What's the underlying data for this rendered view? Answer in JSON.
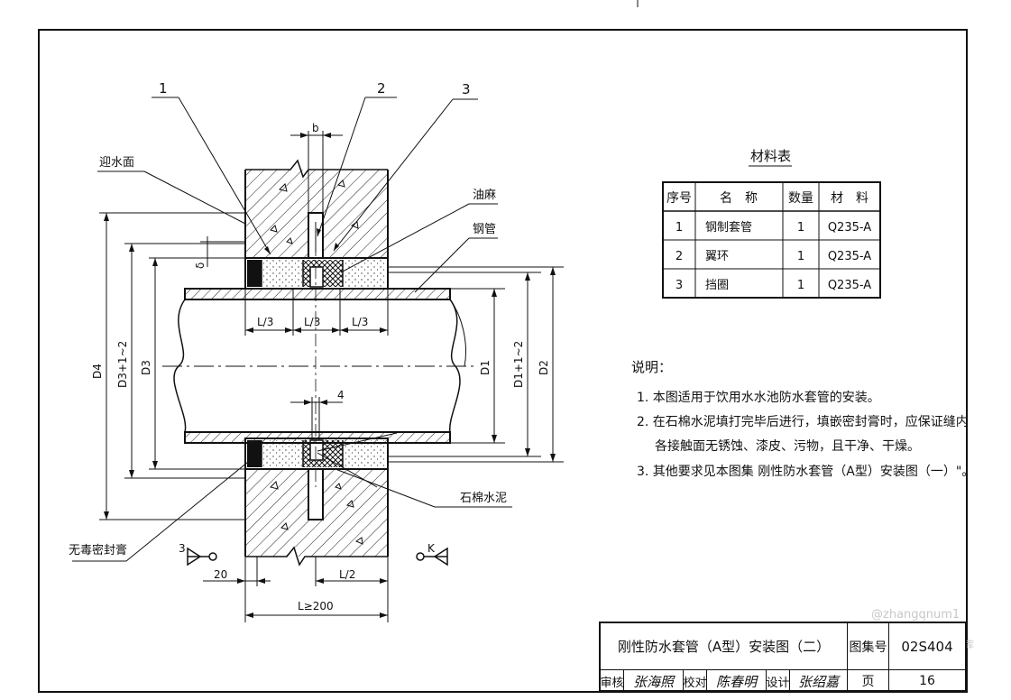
{
  "callouts": {
    "n1": "1",
    "n2": "2",
    "n3": "3",
    "water_face": "迎水面",
    "hemp": "油麻",
    "steel_pipe": "钢管",
    "asbestos_cement": "石棉水泥",
    "sealant": "无毒密封膏"
  },
  "dimensions": {
    "b": "b",
    "delta": "δ",
    "l3a": "L/3",
    "l3b": "L/3",
    "l3c": "L/3",
    "d4": "D4",
    "d3_range": "D3+1~2",
    "d3": "D3",
    "d1": "D1",
    "d1_range": "D1+1~2",
    "d2": "D2",
    "four": "4",
    "twenty": "20",
    "l2": "L/2",
    "l_min": "L≥200",
    "sec_left": "3",
    "sec_right": "K"
  },
  "material_table": {
    "title": "材料表",
    "headers": [
      "序号",
      "名　称",
      "数量",
      "材　料"
    ],
    "rows": [
      [
        "1",
        "钢制套管",
        "1",
        "Q235-A"
      ],
      [
        "2",
        "翼环",
        "1",
        "Q235-A"
      ],
      [
        "3",
        "挡圈",
        "1",
        "Q235-A"
      ]
    ]
  },
  "notes": {
    "heading": "说明：",
    "items": [
      "1. 本图适用于饮用水水池防水套管的安装。",
      "2. 在石棉水泥填打完毕后进行，填嵌密封膏时，应保证缝内",
      "各接触面无锈蚀、漆皮、污物，且干净、干燥。",
      "3. 其他要求见本图集 刚性防水套管（A型）安装图（一）\"。"
    ]
  },
  "title_block": {
    "title": "刚性防水套管（A型）安装图（二）",
    "atlas_label": "图集号",
    "atlas_no": "02S404",
    "review_label": "审核",
    "review_sig": "张海照",
    "check_label": "校对",
    "check_sig": "陈春明",
    "design_label": "设计",
    "design_sig": "张绍嘉",
    "page_label": "页",
    "page_no": "16"
  },
  "watermark": {
    "user": "@zhangqnum1",
    "brand": "文库"
  }
}
